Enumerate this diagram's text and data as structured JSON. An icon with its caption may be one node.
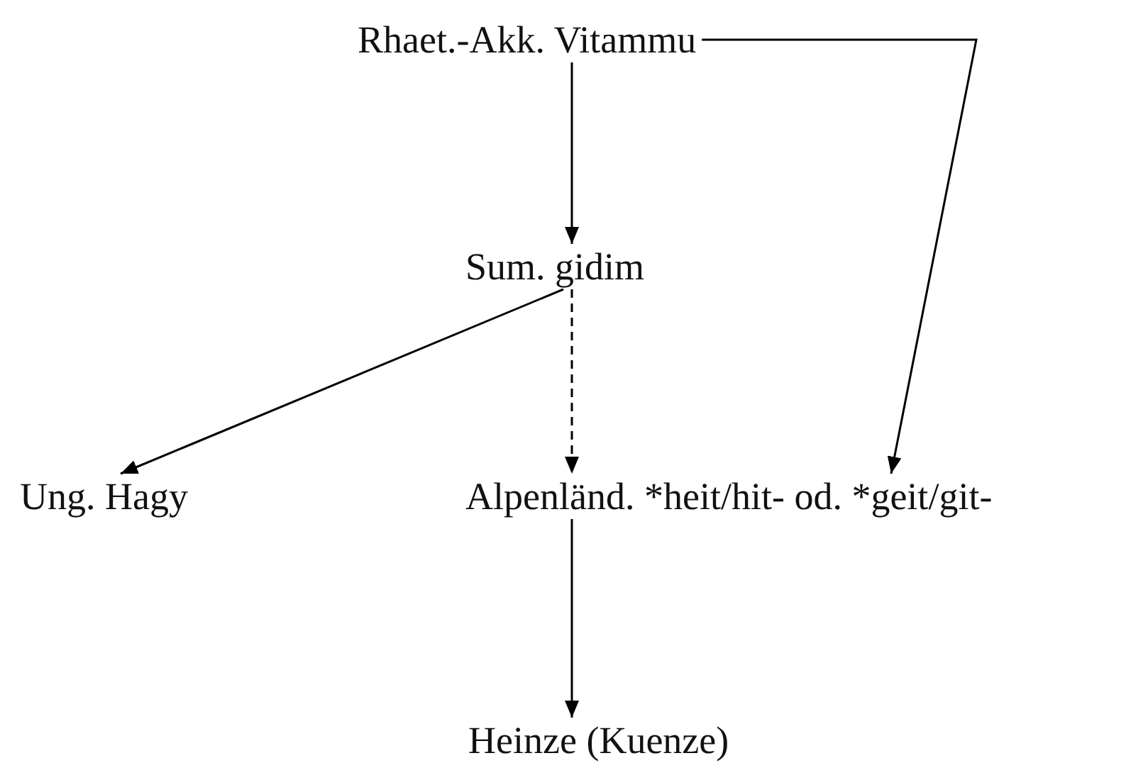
{
  "diagram": {
    "nodes": [
      {
        "text": [
          "Rhaet.-Akk. Vitammu"
        ]
      },
      {
        "text": [
          "Sum. gidim"
        ]
      },
      {
        "text": [
          "Ung. Hagy"
        ]
      },
      {
        "text": [
          "Alpenländ. *heit/hit- od. *geit/git-"
        ]
      },
      {
        "text": [
          "Heinze (Kuenze)"
        ]
      }
    ],
    "edges": [
      {
        "from": 0,
        "to": 1,
        "arrow": "to"
      },
      {
        "from": 0,
        "to": 3,
        "arrow": "to"
      },
      {
        "from": 1,
        "to": 2,
        "arrow": "to"
      },
      {
        "from": 1,
        "to": 3,
        "arrow": "to",
        "style": "dashed"
      },
      {
        "from": 3,
        "to": 4,
        "arrow": "to"
      }
    ]
  }
}
